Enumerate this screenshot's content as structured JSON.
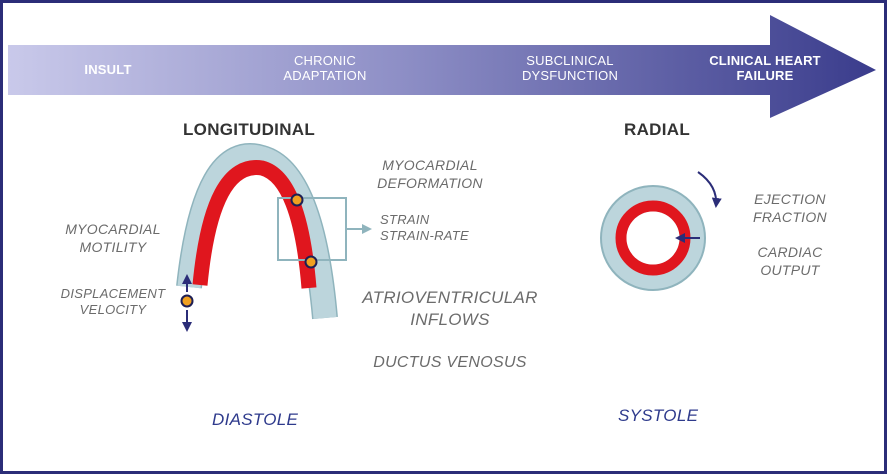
{
  "timeline": {
    "stages": [
      {
        "label": "INSULT"
      },
      {
        "label_line1": "CHRONIC",
        "label_line2": "ADAPTATION"
      },
      {
        "label_line1": "SUBCLINICAL",
        "label_line2": "DYSFUNCTION"
      },
      {
        "label_line1": "CLINICAL HEART",
        "label_line2": "FAILURE"
      }
    ]
  },
  "longitudinal": {
    "heading": "LONGITUDINAL",
    "motility_line1": "MYOCARDIAL",
    "motility_line2": "MOTILITY",
    "displacement": "DISPLACEMENT",
    "velocity": "VELOCITY",
    "deformation_line1": "MYOCARDIAL",
    "deformation_line2": "DEFORMATION",
    "strain": "STRAIN",
    "strain_rate": "STRAIN-RATE",
    "av_inflows_line1": "ATRIOVENTRICULAR",
    "av_inflows_line2": "INFLOWS",
    "ductus": "DUCTUS VENOSUS",
    "phase": "DIASTOLE"
  },
  "radial": {
    "heading": "RADIAL",
    "ejection_line1": "EJECTION",
    "ejection_line2": "FRACTION",
    "output_line1": "CARDIAC",
    "output_line2": "OUTPUT",
    "phase": "SYSTOLE"
  },
  "colors": {
    "frame": "#2b2d78",
    "arrow_start": "#c8c8e8",
    "arrow_end": "#3b3d8e",
    "myocardium": "#e0161e",
    "wall": "#bcd5dc",
    "wall_stroke": "#8fb4bd",
    "marker_arrow": "#2b2d78"
  }
}
